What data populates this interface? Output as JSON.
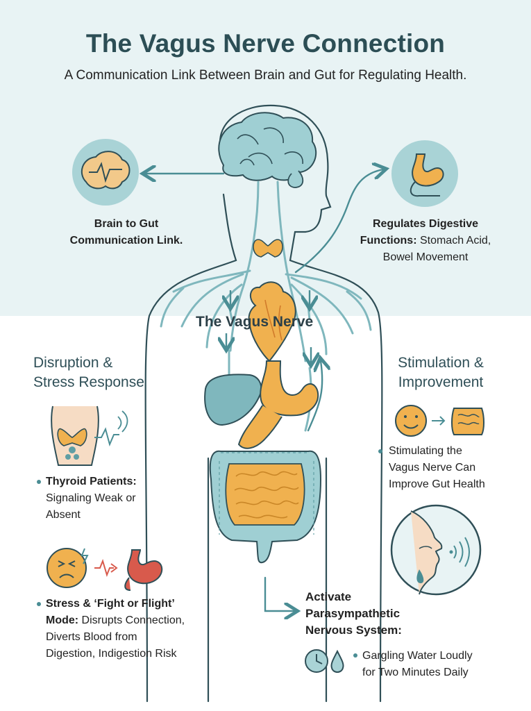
{
  "title": "The Vagus Nerve Connection",
  "subtitle": "A Communication Link Between Brain and Gut for Regulating Health.",
  "center_label": "The Vagus Nerve",
  "brain_to_gut": {
    "line1": "Brain to Gut",
    "line2": "Communication Link."
  },
  "digestive": {
    "bold1": "Regulates Digestive",
    "bold2": "Functions:",
    "rest2": " Stomach Acid,",
    "line3": "Bowel Movement"
  },
  "disruption": {
    "heading1": "Disruption &",
    "heading2": "Stress Response",
    "thyroid": {
      "bold": "Thyroid Patients:",
      "line2": "Signaling Weak or",
      "line3": "Absent"
    },
    "stress": {
      "bold1": "Stress & ‘Fight or Flight’",
      "bold2": "Mode:",
      "rest2": " Disrupts Connection,",
      "line3": "Diverts Blood from",
      "line4": "Digestion, Indigestion Risk"
    }
  },
  "stimulation": {
    "heading1": "Stimulation &",
    "heading2": "Improvement",
    "line1": "Stimulating the",
    "line2": "Vagus Nerve Can",
    "line3": "Improve Gut Health"
  },
  "parasympathetic": {
    "heading1": "Activate",
    "heading2": "Parasympathetic",
    "heading3": "Nervous System:",
    "line1": "Gargling Water Loudly",
    "line2": "for Two Minutes Daily"
  },
  "colors": {
    "teal": "#4a8d94",
    "teal_light": "#a9d3d6",
    "orange": "#f0b14f",
    "red": "#d85a4c",
    "band": "#e8f3f4",
    "title": "#2c4e55"
  },
  "icons": [
    "brain-pulse-icon",
    "stomach-icon",
    "thyroid-neck-icon",
    "stressed-face-icon",
    "smiling-face-icon",
    "intestine-icon",
    "face-gargle-icon",
    "timer-icon",
    "water-drop-icon"
  ]
}
